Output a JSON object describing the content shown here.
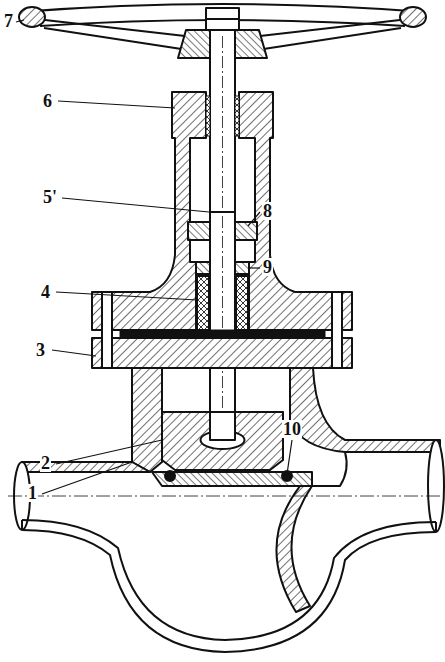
{
  "diagram": {
    "labels": [
      "7",
      "6",
      "5'",
      "8",
      "9",
      "4",
      "3",
      "2",
      "1",
      "10"
    ]
  }
}
